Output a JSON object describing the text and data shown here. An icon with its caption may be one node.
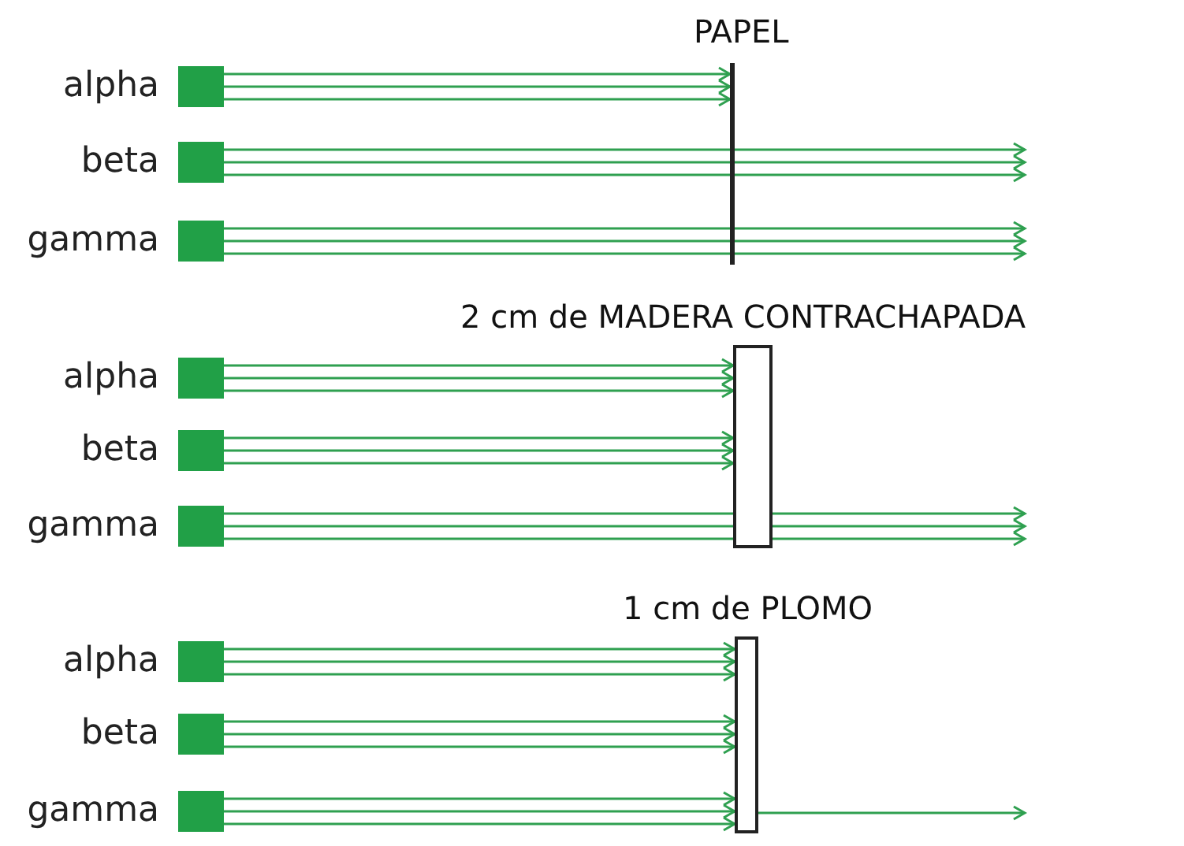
{
  "diagram": {
    "nodes": [
      {
        "text": [
          "PAPEL"
        ]
      },
      {
        "text": [
          "alpha"
        ]
      },
      {
        "text": [
          "beta"
        ]
      },
      {
        "text": [
          "gamma"
        ]
      },
      {
        "text": [
          "2 cm de MADERA CONTRACHAPADA"
        ]
      },
      {
        "text": [
          "alpha"
        ]
      },
      {
        "text": [
          "beta"
        ]
      },
      {
        "text": [
          "gamma"
        ]
      },
      {
        "text": [
          "1 cm de PLOMO"
        ]
      },
      {
        "text": [
          "alpha"
        ]
      },
      {
        "text": [
          "beta"
        ]
      },
      {
        "text": [
          "gamma"
        ]
      }
    ],
    "edges": [
      {
        "from": 1,
        "to": 0,
        "arrow": "to"
      },
      {
        "from": 1,
        "to": 0,
        "arrow": "to"
      },
      {
        "from": 1,
        "to": 0,
        "arrow": "to"
      },
      {
        "from": 2,
        "to": null,
        "arrow": "to"
      },
      {
        "from": 2,
        "to": null,
        "arrow": "to"
      },
      {
        "from": 2,
        "to": null,
        "arrow": "to"
      },
      {
        "from": 3,
        "to": null,
        "arrow": "to"
      },
      {
        "from": 3,
        "to": null,
        "arrow": "to"
      },
      {
        "from": 3,
        "to": null,
        "arrow": "to"
      },
      {
        "from": 5,
        "to": 4,
        "arrow": "to"
      },
      {
        "from": 5,
        "to": 4,
        "arrow": "to"
      },
      {
        "from": 5,
        "to": 4,
        "arrow": "to"
      },
      {
        "from": 6,
        "to": 4,
        "arrow": "to"
      },
      {
        "from": 6,
        "to": 4,
        "arrow": "to"
      },
      {
        "from": 6,
        "to": 4,
        "arrow": "to"
      },
      {
        "from": 7,
        "to": null,
        "arrow": "to"
      },
      {
        "from": 7,
        "to": null,
        "arrow": "to"
      },
      {
        "from": 7,
        "to": null,
        "arrow": "to"
      },
      {
        "from": 9,
        "to": 8,
        "arrow": "to"
      },
      {
        "from": 9,
        "to": 8,
        "arrow": "to"
      },
      {
        "from": 9,
        "to": 8,
        "arrow": "to"
      },
      {
        "from": 10,
        "to": 8,
        "arrow": "to"
      },
      {
        "from": 10,
        "to": 8,
        "arrow": "to"
      },
      {
        "from": 10,
        "to": 8,
        "arrow": "to"
      },
      {
        "from": 11,
        "to": 8,
        "arrow": "to"
      },
      {
        "from": 11,
        "to": 8,
        "arrow": "to"
      },
      {
        "from": 11,
        "to": 8,
        "arrow": "to"
      },
      {
        "from": 8,
        "to": null,
        "arrow": "to"
      }
    ]
  }
}
